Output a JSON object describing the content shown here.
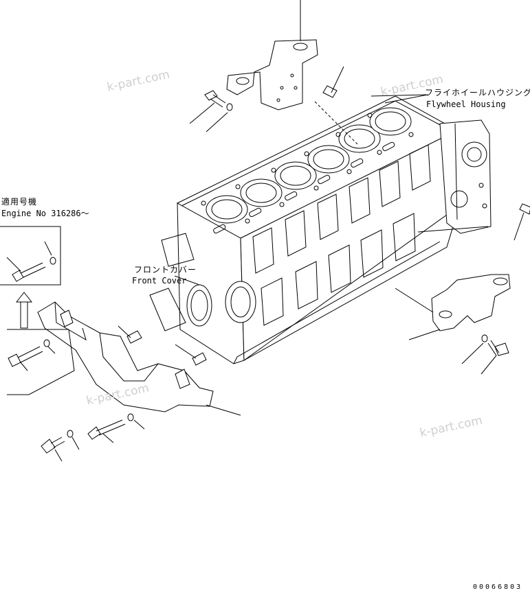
{
  "labels": {
    "flywheel_housing_jp": "フライホイールハウジング",
    "flywheel_housing_en": "Flywheel Housing",
    "applicable_jp": "適用号機",
    "engine_no": "Engine No 316286～",
    "front_cover_jp": "フロントカバー",
    "front_cover_en": "Front Cover"
  },
  "watermark": "k-part.com",
  "drawing_code": "00066803"
}
